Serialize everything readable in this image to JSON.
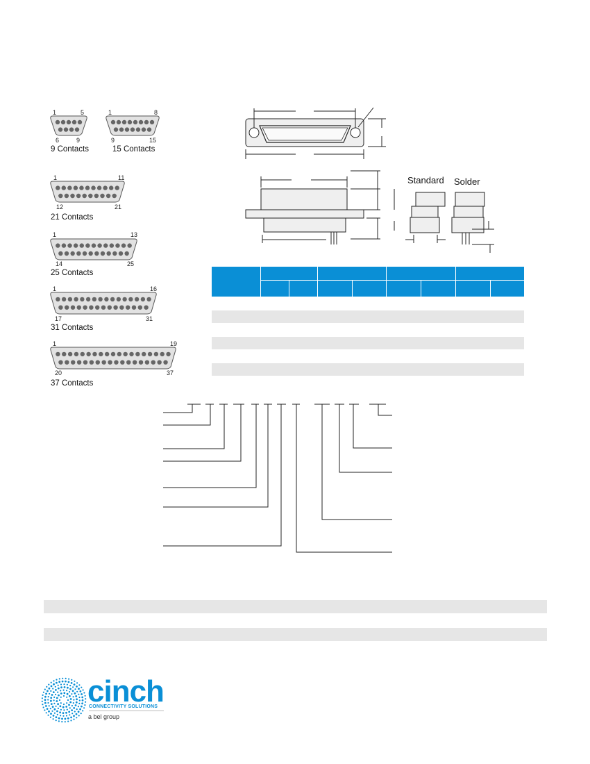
{
  "pinouts": [
    {
      "caption": "9 Contacts",
      "tl": "1",
      "tr": "5",
      "bl": "6",
      "br": "9"
    },
    {
      "caption": "15 Contacts",
      "tl": "1",
      "tr": "8",
      "bl": "9",
      "br": "15"
    },
    {
      "caption": "21 Contacts",
      "tl": "1",
      "tr": "11",
      "bl": "12",
      "br": "21"
    },
    {
      "caption": "25 Contacts",
      "tl": "1",
      "tr": "13",
      "bl": "14",
      "br": "25"
    },
    {
      "caption": "31 Contacts",
      "tl": "1",
      "tr": "16",
      "bl": "17",
      "br": "31"
    },
    {
      "caption": "37 Contacts",
      "tl": "1",
      "tr": "19",
      "bl": "20",
      "br": "37"
    }
  ],
  "side_view": {
    "standard_label": "Standard",
    "solder_label": "Solder"
  },
  "brand": {
    "name": "cinch",
    "subtitle": "CONNECTIVITY SOLUTIONS",
    "tagline": "a bel group",
    "color": "#0a8fd6"
  },
  "colors": {
    "table_header": "#0a8fd6",
    "stripe": "#e6e6e6"
  }
}
